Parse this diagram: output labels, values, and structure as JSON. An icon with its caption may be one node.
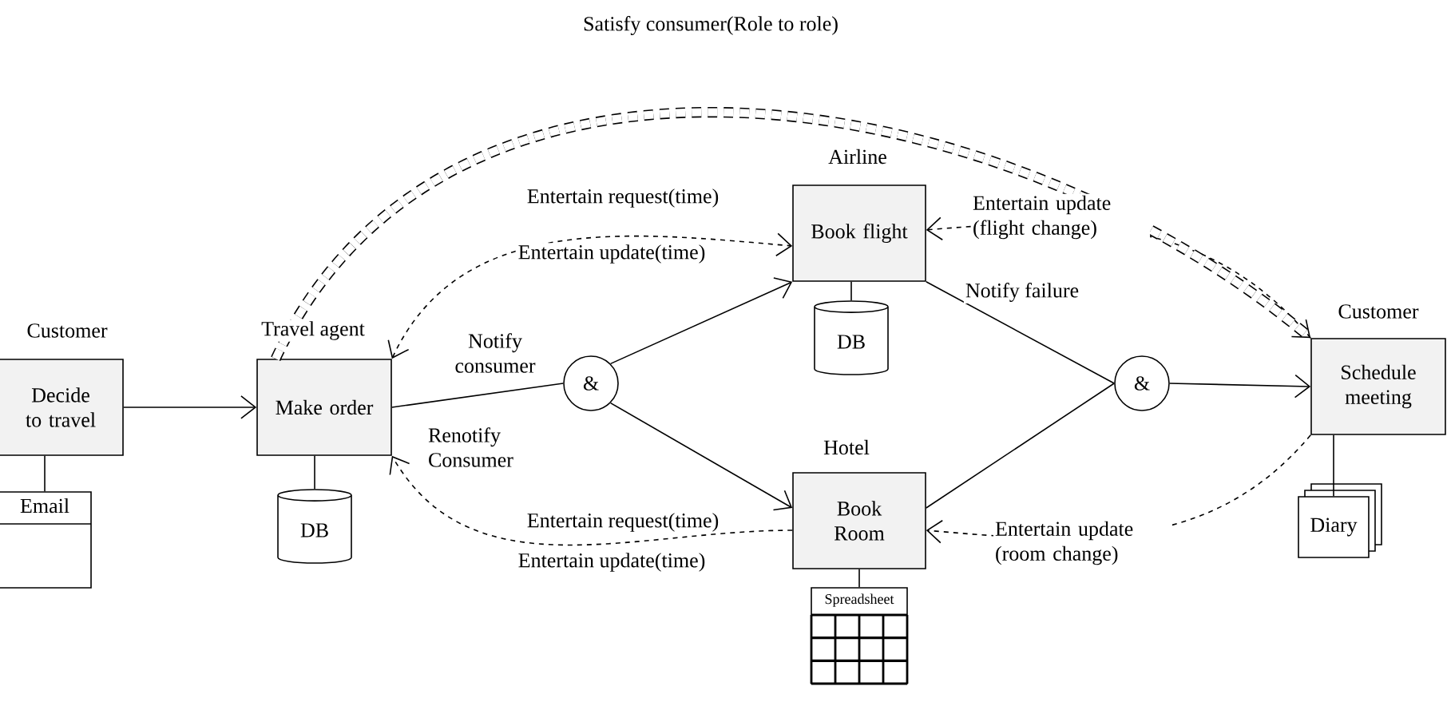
{
  "diagram": {
    "nodes": [
      {
        "text": [
          "Customer",
          "Decide to travel"
        ]
      },
      {
        "text": [
          "Email"
        ]
      },
      {
        "text": [
          "Travel agent",
          "Make order"
        ]
      },
      {
        "text": [
          "DB"
        ]
      },
      {
        "text": [
          "&"
        ]
      },
      {
        "text": [
          "Airline",
          "Book flight"
        ]
      },
      {
        "text": [
          "DB"
        ]
      },
      {
        "text": [
          "Hotel",
          "Book Room"
        ]
      },
      {
        "text": [
          "Spreadsheet"
        ]
      },
      {
        "text": [
          "&"
        ]
      },
      {
        "text": [
          "Customer",
          "Schedule meeting"
        ]
      },
      {
        "text": [
          "Diary"
        ]
      }
    ],
    "edges": [
      {
        "from": 0,
        "to": 2,
        "arrow": "to"
      },
      {
        "from": 0,
        "to": 1,
        "arrow": "none"
      },
      {
        "from": 2,
        "to": 3,
        "arrow": "none"
      },
      {
        "from": 2,
        "to": 4,
        "arrow": "none",
        "label": "Notify consumer"
      },
      {
        "from": 4,
        "to": 5,
        "arrow": "to"
      },
      {
        "from": 4,
        "to": 7,
        "arrow": "to"
      },
      {
        "from": 5,
        "to": 6,
        "arrow": "none"
      },
      {
        "from": 7,
        "to": 8,
        "arrow": "none"
      },
      {
        "from": 5,
        "to": 9,
        "arrow": "none",
        "label": "Notify failure"
      },
      {
        "from": 7,
        "to": 9,
        "arrow": "none"
      },
      {
        "from": 9,
        "to": 10,
        "arrow": "to"
      },
      {
        "from": 10,
        "to": 11,
        "arrow": "none"
      },
      {
        "from": 2,
        "to": 5,
        "arrow": "both",
        "style": "dashed",
        "label": "Entertain request(time)"
      },
      {
        "from": 7,
        "to": 2,
        "arrow": "to",
        "style": "dashed",
        "label": "Entertain request(time)"
      },
      {
        "from": 10,
        "to": 5,
        "arrow": "to",
        "style": "dashed",
        "label": "Entertain update (flight change)"
      },
      {
        "from": 10,
        "to": 7,
        "arrow": "to",
        "style": "dashed",
        "label": "Entertain update (room change)"
      },
      {
        "from": 2,
        "to": 10,
        "arrow": "to",
        "style": "dashed",
        "label": "Satisfy consumer(Role to role)"
      }
    ],
    "labels": [
      "Entertain update(time)",
      "Renotify Consumer",
      "Entertain update(time)"
    ]
  }
}
